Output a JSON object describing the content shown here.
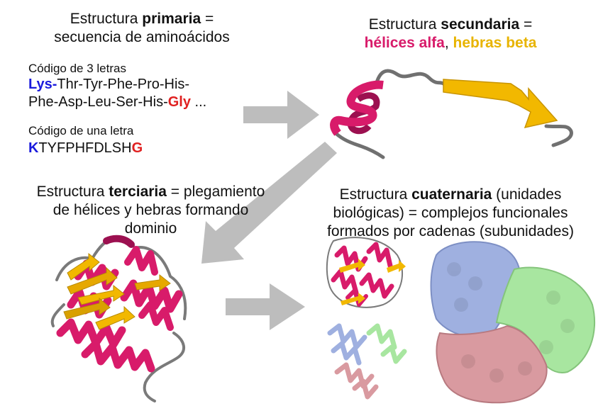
{
  "primary": {
    "title_pre": "Estructura ",
    "title_bold": "primaria",
    "title_post": " =",
    "subtitle": "secuencia de aminoácidos",
    "three_letter_label": "Código de 3 letras",
    "three_first": "Lys",
    "three_first_dash": "-",
    "three_line1_rest": "Thr-Tyr-Phe-Pro-His-",
    "three_line2_pre": "Phe-Asp-Leu-Ser-His-",
    "three_last": "Gly",
    "three_ellipsis": " ...",
    "one_letter_label": "Código de una letra",
    "one_first": "K",
    "one_middle": "TYFPHFDLSH",
    "one_last": "G"
  },
  "secondary": {
    "title_pre": "Estructura ",
    "title_bold": "secundaria",
    "title_post": " =",
    "helices": "hélices alfa",
    "comma": ", ",
    "strands": "hebras beta"
  },
  "tertiary": {
    "title_pre": "Estructura ",
    "title_bold": "terciaria",
    "title_post": " = plegamiento",
    "line2": "de hélices y hebras formando",
    "line3": "dominio"
  },
  "quaternary": {
    "title_pre": "Estructura ",
    "title_bold": "cuaternaria",
    "title_post": " (unidades",
    "line2": "biológicas) = complejos funcionales",
    "line3": "formados por cadenas (subunidades)"
  },
  "colors": {
    "helix": "#d81b6a",
    "strand": "#f2b800",
    "arrow": "#bdbdbd",
    "blue_chain": "#9fb0e0",
    "green_chain": "#a8e6a0",
    "pink_chain": "#d99aa0",
    "sequence_start": "#1a1adc",
    "sequence_end": "#e02020"
  }
}
